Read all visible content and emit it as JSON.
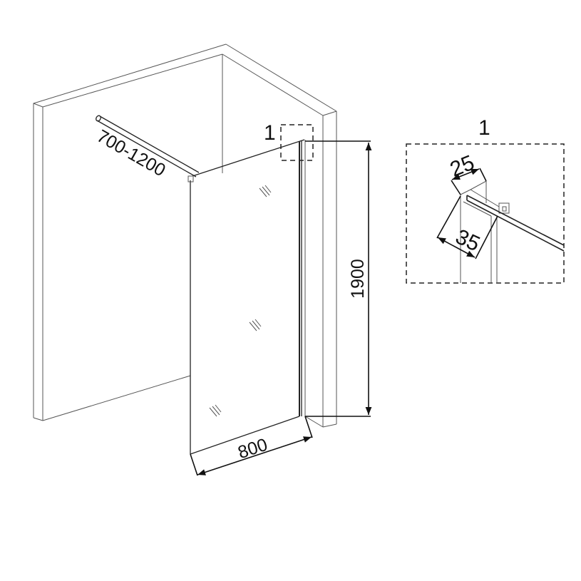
{
  "drawing": {
    "rod_length_label": "700-1200",
    "height_label": "1900",
    "width_label": "800",
    "detail_marker_label": "1"
  },
  "detail": {
    "title": "1",
    "profile_width_label": "25",
    "profile_depth_label": "35"
  },
  "colors": {
    "line": "#222222",
    "background": "#ffffff"
  }
}
